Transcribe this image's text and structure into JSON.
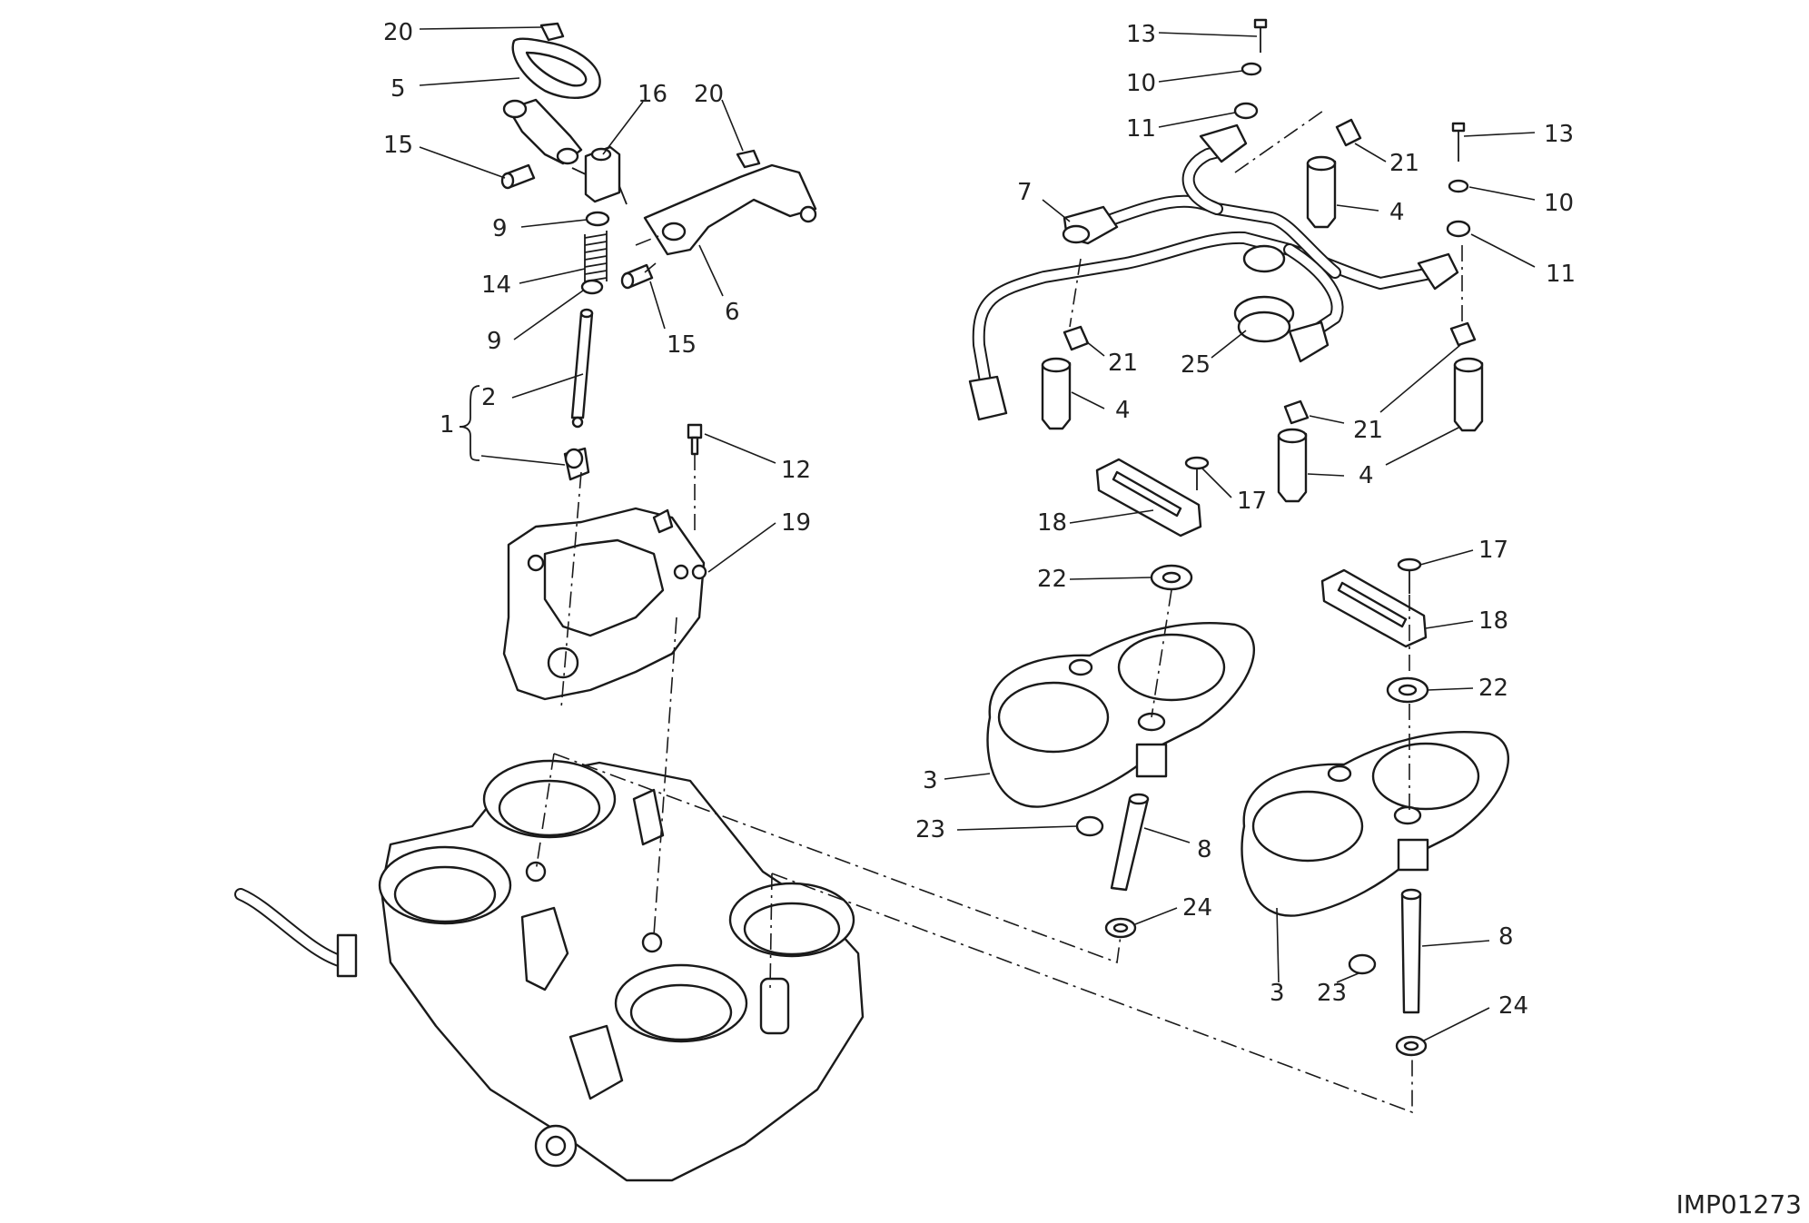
{
  "drawing_id": "IMP01273",
  "callouts": [
    {
      "id": "c-20a",
      "text": "20"
    },
    {
      "id": "c-5",
      "text": "5"
    },
    {
      "id": "c-16",
      "text": "16"
    },
    {
      "id": "c-20b",
      "text": "20"
    },
    {
      "id": "c-15a",
      "text": "15"
    },
    {
      "id": "c-9a",
      "text": "9"
    },
    {
      "id": "c-14",
      "text": "14"
    },
    {
      "id": "c-9b",
      "text": "9"
    },
    {
      "id": "c-6",
      "text": "6"
    },
    {
      "id": "c-15b",
      "text": "15"
    },
    {
      "id": "c-2",
      "text": "2"
    },
    {
      "id": "c-1",
      "text": "1"
    },
    {
      "id": "c-12",
      "text": "12"
    },
    {
      "id": "c-19",
      "text": "19"
    },
    {
      "id": "c-13a",
      "text": "13"
    },
    {
      "id": "c-10a",
      "text": "10"
    },
    {
      "id": "c-11a",
      "text": "11"
    },
    {
      "id": "c-21a",
      "text": "21"
    },
    {
      "id": "c-7",
      "text": "7"
    },
    {
      "id": "c-4a",
      "text": "4"
    },
    {
      "id": "c-13b",
      "text": "13"
    },
    {
      "id": "c-10b",
      "text": "10"
    },
    {
      "id": "c-11b",
      "text": "11"
    },
    {
      "id": "c-21b",
      "text": "21"
    },
    {
      "id": "c-25",
      "text": "25"
    },
    {
      "id": "c-4b",
      "text": "4"
    },
    {
      "id": "c-21c",
      "text": "21"
    },
    {
      "id": "c-4c",
      "text": "4"
    },
    {
      "id": "c-17a",
      "text": "17"
    },
    {
      "id": "c-18a",
      "text": "18"
    },
    {
      "id": "c-22a",
      "text": "22"
    },
    {
      "id": "c-17b",
      "text": "17"
    },
    {
      "id": "c-18b",
      "text": "18"
    },
    {
      "id": "c-22b",
      "text": "22"
    },
    {
      "id": "c-3a",
      "text": "3"
    },
    {
      "id": "c-23a",
      "text": "23"
    },
    {
      "id": "c-8a",
      "text": "8"
    },
    {
      "id": "c-24a",
      "text": "24"
    },
    {
      "id": "c-8b",
      "text": "8"
    },
    {
      "id": "c-3b",
      "text": "3"
    },
    {
      "id": "c-23b",
      "text": "23"
    },
    {
      "id": "c-24b",
      "text": "24"
    }
  ]
}
